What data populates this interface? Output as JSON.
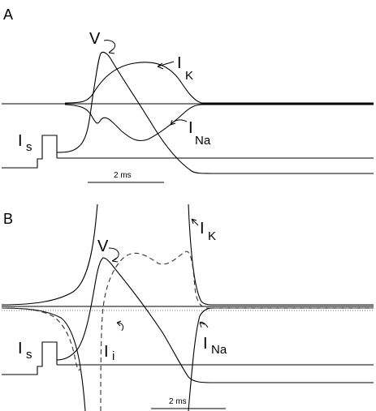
{
  "panels": [
    {
      "letter": "A",
      "labels": {
        "v": "V",
        "ik_main": "I",
        "ik_sub": "K",
        "ina_main": "I",
        "ina_sub": "Na",
        "is_main": "I",
        "is_sub": "s"
      },
      "scale_bar": "2 ms"
    },
    {
      "letter": "B",
      "labels": {
        "v": "V",
        "ik_main": "I",
        "ik_sub": "K",
        "ina_main": "I",
        "ina_sub": "Na",
        "is_main": "I",
        "is_sub": "s",
        "ii_main": "I",
        "ii_sub": "i"
      },
      "scale_bar": "2 ms"
    }
  ]
}
